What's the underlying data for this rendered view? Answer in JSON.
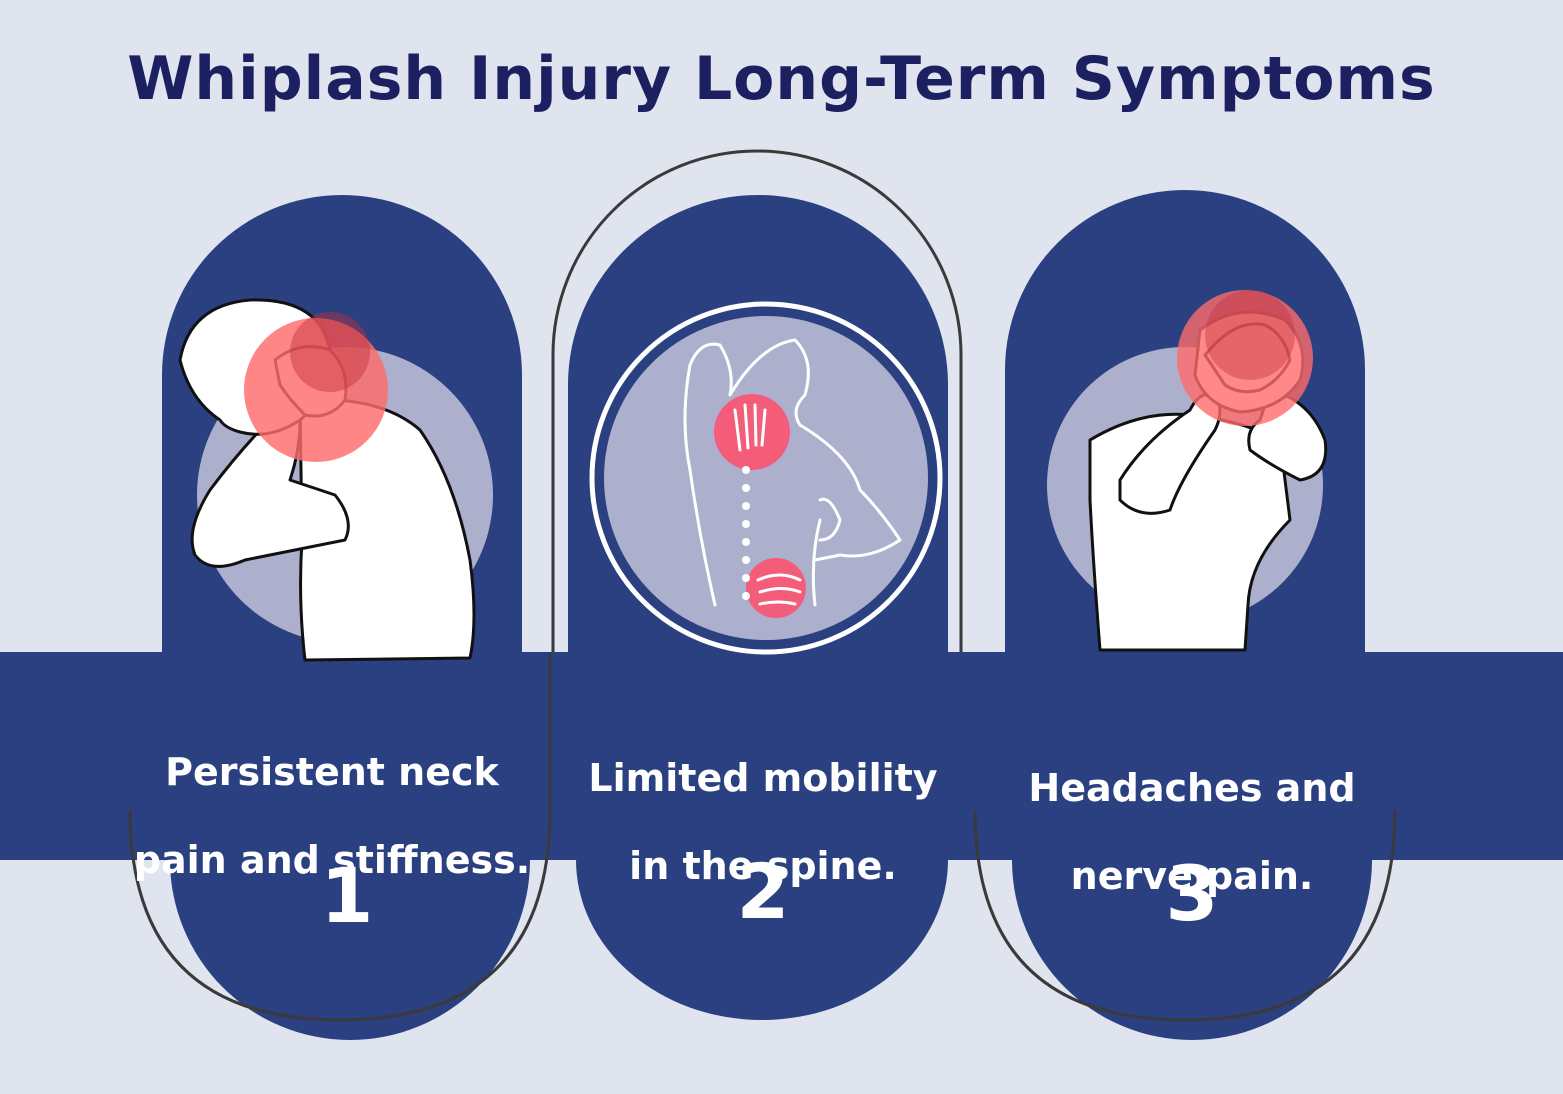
{
  "title": "Whiplash Injury Long-Term Symptoms",
  "colors": {
    "background": "#dfe4ef",
    "title": "#1c2061",
    "card": "#2a4080",
    "halo": "#adb0cc",
    "pain": "#ff6b6b",
    "pain_dark": "#c0303a",
    "outline": "#3a3a3a"
  },
  "cards": [
    {
      "illustration": "neck-pain-figure",
      "label_line1": "Persistent neck",
      "label_line2": "pain and stiffness.",
      "number": "1"
    },
    {
      "illustration": "spine-pain-figure",
      "label_line1": "Limited mobility",
      "label_line2": "in the spine.",
      "number": "2"
    },
    {
      "illustration": "headache-figure",
      "label_line1": "Headaches and",
      "label_line2": "nerve pain.",
      "number": "3"
    }
  ]
}
